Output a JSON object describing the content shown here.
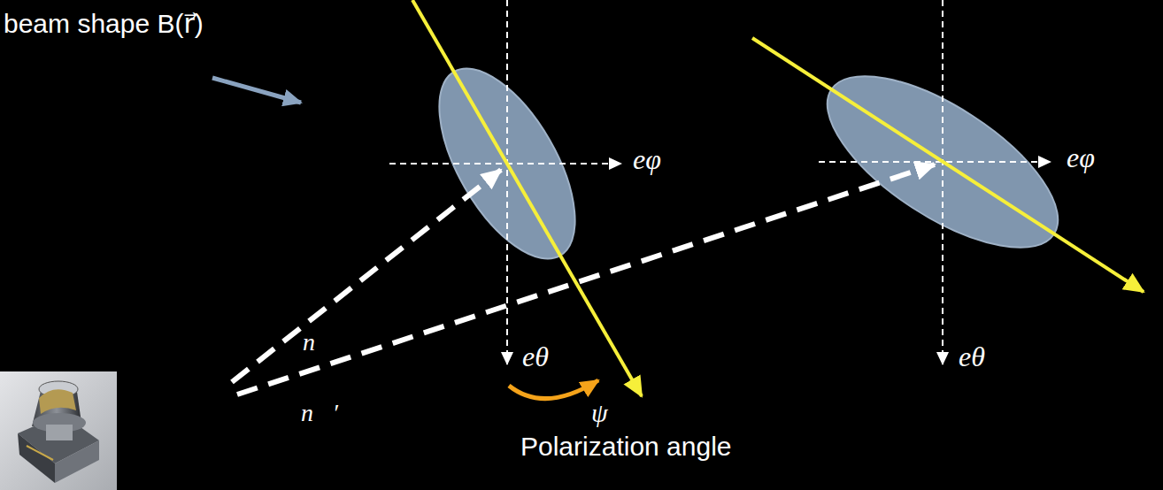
{
  "diagram": {
    "labels": [
      "beam shape B(r⃗)",
      "eφ",
      "eφ",
      "n⃗",
      "n⃗′",
      "eθ",
      "ψ",
      "eθ",
      "Polarization angle"
    ]
  }
}
